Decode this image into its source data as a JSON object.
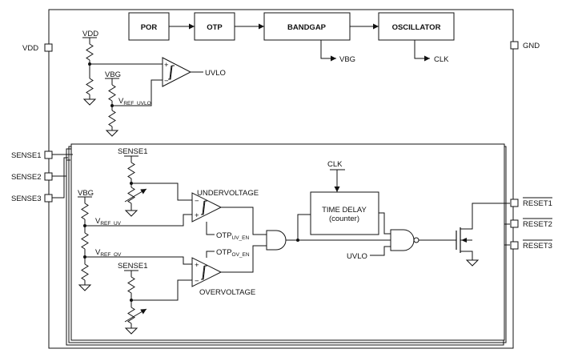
{
  "pins": {
    "vdd": "VDD",
    "gnd": "GND",
    "sense1": "SENSE1",
    "sense2": "SENSE2",
    "sense3": "SENSE3",
    "reset1": "RESET1",
    "reset2": "RESET2",
    "reset3": "RESET3"
  },
  "blocks": {
    "por": "POR",
    "otp": "OTP",
    "bandgap": "BANDGAP",
    "oscillator": "OSCILLATOR",
    "time_delay": "TIME DELAY",
    "time_delay_sub": "(counter)"
  },
  "signals": {
    "vbg_out": "VBG",
    "clk_out": "CLK",
    "uvlo_out": "UVLO",
    "vdd_internal": "VDD",
    "vbg_top": "VBG",
    "vref_uvlo_main": "V",
    "vref_uvlo_sub": "REF_UVLO",
    "sense1_top": "SENSE1",
    "sense1_bottom": "SENSE1",
    "vbg_channel": "VBG",
    "vref_uv_main": "V",
    "vref_uv_sub": "REF_UV",
    "vref_ov_main": "V",
    "vref_ov_sub": "REF_OV",
    "undervoltage": "UNDERVOLTAGE",
    "overvoltage": "OVERVOLTAGE",
    "otp_uv_main": "OTP",
    "otp_uv_sub": "UV_EN",
    "otp_ov_main": "OTP",
    "otp_ov_sub": "OV_EN",
    "clk_in": "CLK",
    "uvlo_in": "UVLO",
    "plus": "+",
    "minus": "−"
  }
}
